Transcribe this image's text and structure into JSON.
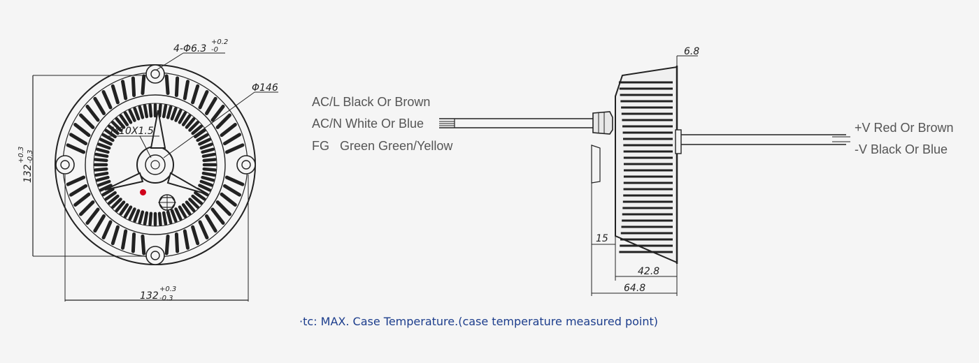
{
  "front_view": {
    "hole_dim": "4-Φ6.3",
    "hole_tol_upper": "+0.2",
    "hole_tol_lower": "-0",
    "diameter_dim": "Φ146",
    "thread_label": "M10X1.5",
    "width_dim": "132",
    "width_tol_upper": "+0.3",
    "width_tol_lower": "-0.3",
    "height_dim": "132",
    "height_tol_upper": "+0.3",
    "height_tol_lower": "-0.3",
    "tc_point_color": "#d0021b"
  },
  "side_view": {
    "dim_top": "6.8",
    "dim_15": "15",
    "dim_42_8": "42.8",
    "dim_64_8": "64.8"
  },
  "input_wires": {
    "acl": "AC/L Black Or Brown",
    "acn": "AC/N White Or Blue",
    "fg": "FG   Green Green/Yellow"
  },
  "output_wires": {
    "vplus": "+V Red Or Brown",
    "vminus": "-V Black Or Blue"
  },
  "caption": "·tc: MAX. Case Temperature.(case temperature measured point)",
  "colors": {
    "caption": "#1c3d8c",
    "line": "#222222",
    "label": "#555555"
  }
}
